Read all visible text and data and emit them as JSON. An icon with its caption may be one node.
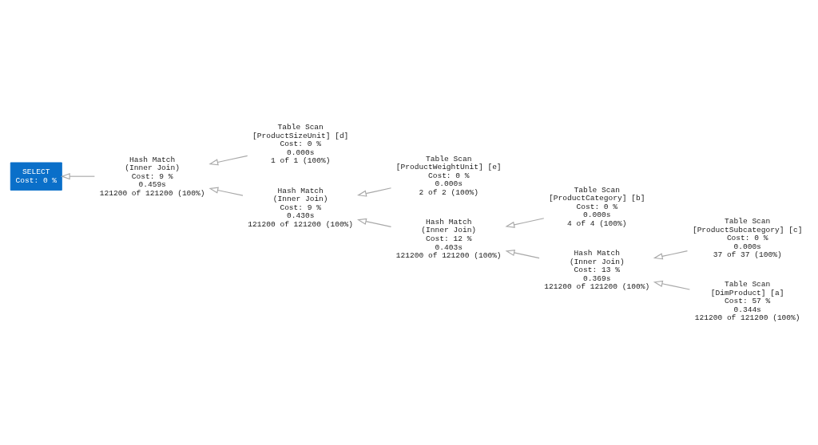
{
  "diagram": {
    "nodes": [
      {
        "text": [
          "SELECT",
          "Cost: 0 %"
        ]
      },
      {
        "text": [
          "Hash Match",
          "(Inner Join)",
          "Cost: 9 %",
          "0.459s",
          "121200 of 121200 (100%)"
        ]
      },
      {
        "text": [
          "Table Scan",
          "[ProductSizeUnit] [d]",
          "Cost: 0 %",
          "0.000s",
          "1 of 1 (100%)"
        ]
      },
      {
        "text": [
          "Hash Match",
          "(Inner Join)",
          "Cost: 9 %",
          "0.430s",
          "121200 of 121200 (100%)"
        ]
      },
      {
        "text": [
          "Table Scan",
          "[ProductWeightUnit] [e]",
          "Cost: 0 %",
          "0.000s",
          "2 of 2 (100%)"
        ]
      },
      {
        "text": [
          "Hash Match",
          "(Inner Join)",
          "Cost: 12 %",
          "0.403s",
          "121200 of 121200 (100%)"
        ]
      },
      {
        "text": [
          "Table Scan",
          "[ProductCategory] [b]",
          "Cost: 0 %",
          "0.000s",
          "4 of 4 (100%)"
        ]
      },
      {
        "text": [
          "Hash Match",
          "(Inner Join)",
          "Cost: 13 %",
          "0.369s",
          "121200 of 121200 (100%)"
        ]
      },
      {
        "text": [
          "Table Scan",
          "[ProductSubcategory] [c]",
          "Cost: 0 %",
          "0.000s",
          "37 of 37 (100%)"
        ]
      },
      {
        "text": [
          "Table Scan",
          "[DimProduct] [a]",
          "Cost: 57 %",
          "0.344s",
          "121200 of 121200 (100%)"
        ]
      }
    ],
    "edges": [
      {
        "from": 1,
        "to": 0,
        "arrow": "to"
      },
      {
        "from": 2,
        "to": 1,
        "arrow": "to"
      },
      {
        "from": 3,
        "to": 1,
        "arrow": "to"
      },
      {
        "from": 4,
        "to": 3,
        "arrow": "to"
      },
      {
        "from": 5,
        "to": 3,
        "arrow": "to"
      },
      {
        "from": 6,
        "to": 5,
        "arrow": "to"
      },
      {
        "from": 7,
        "to": 5,
        "arrow": "to"
      },
      {
        "from": 8,
        "to": 7,
        "arrow": "to"
      },
      {
        "from": 9,
        "to": 7,
        "arrow": "to"
      }
    ]
  }
}
